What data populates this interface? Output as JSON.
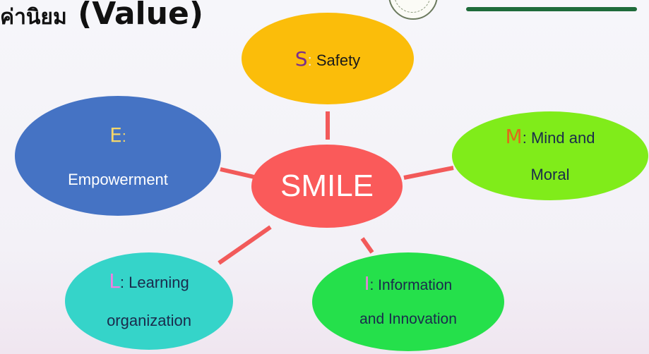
{
  "title": {
    "thai": "ค่านิยม",
    "open_paren": " (",
    "english": "Value",
    "close_paren": ")"
  },
  "nodes": {
    "center": {
      "label": "SMILE"
    },
    "s": {
      "letter": "S",
      "colon": ":",
      "text": " Safety"
    },
    "m": {
      "letter": "M",
      "text1": ": Mind and",
      "text2": "Moral"
    },
    "i": {
      "letter": "I",
      "text1": ": Information",
      "text2": "and Innovation"
    },
    "l": {
      "letter": "L",
      "text1": ": Learning",
      "text2": "organization"
    },
    "e": {
      "letter": "E",
      "colon": ":",
      "text2": "Empowerment"
    }
  },
  "colors": {
    "center": "#fa5a5a",
    "s": "#fbbd0a",
    "m": "#80ec1a",
    "i": "#25e04b",
    "l": "#35d4c9",
    "e": "#4573c4",
    "connector": "#f25a5a"
  }
}
